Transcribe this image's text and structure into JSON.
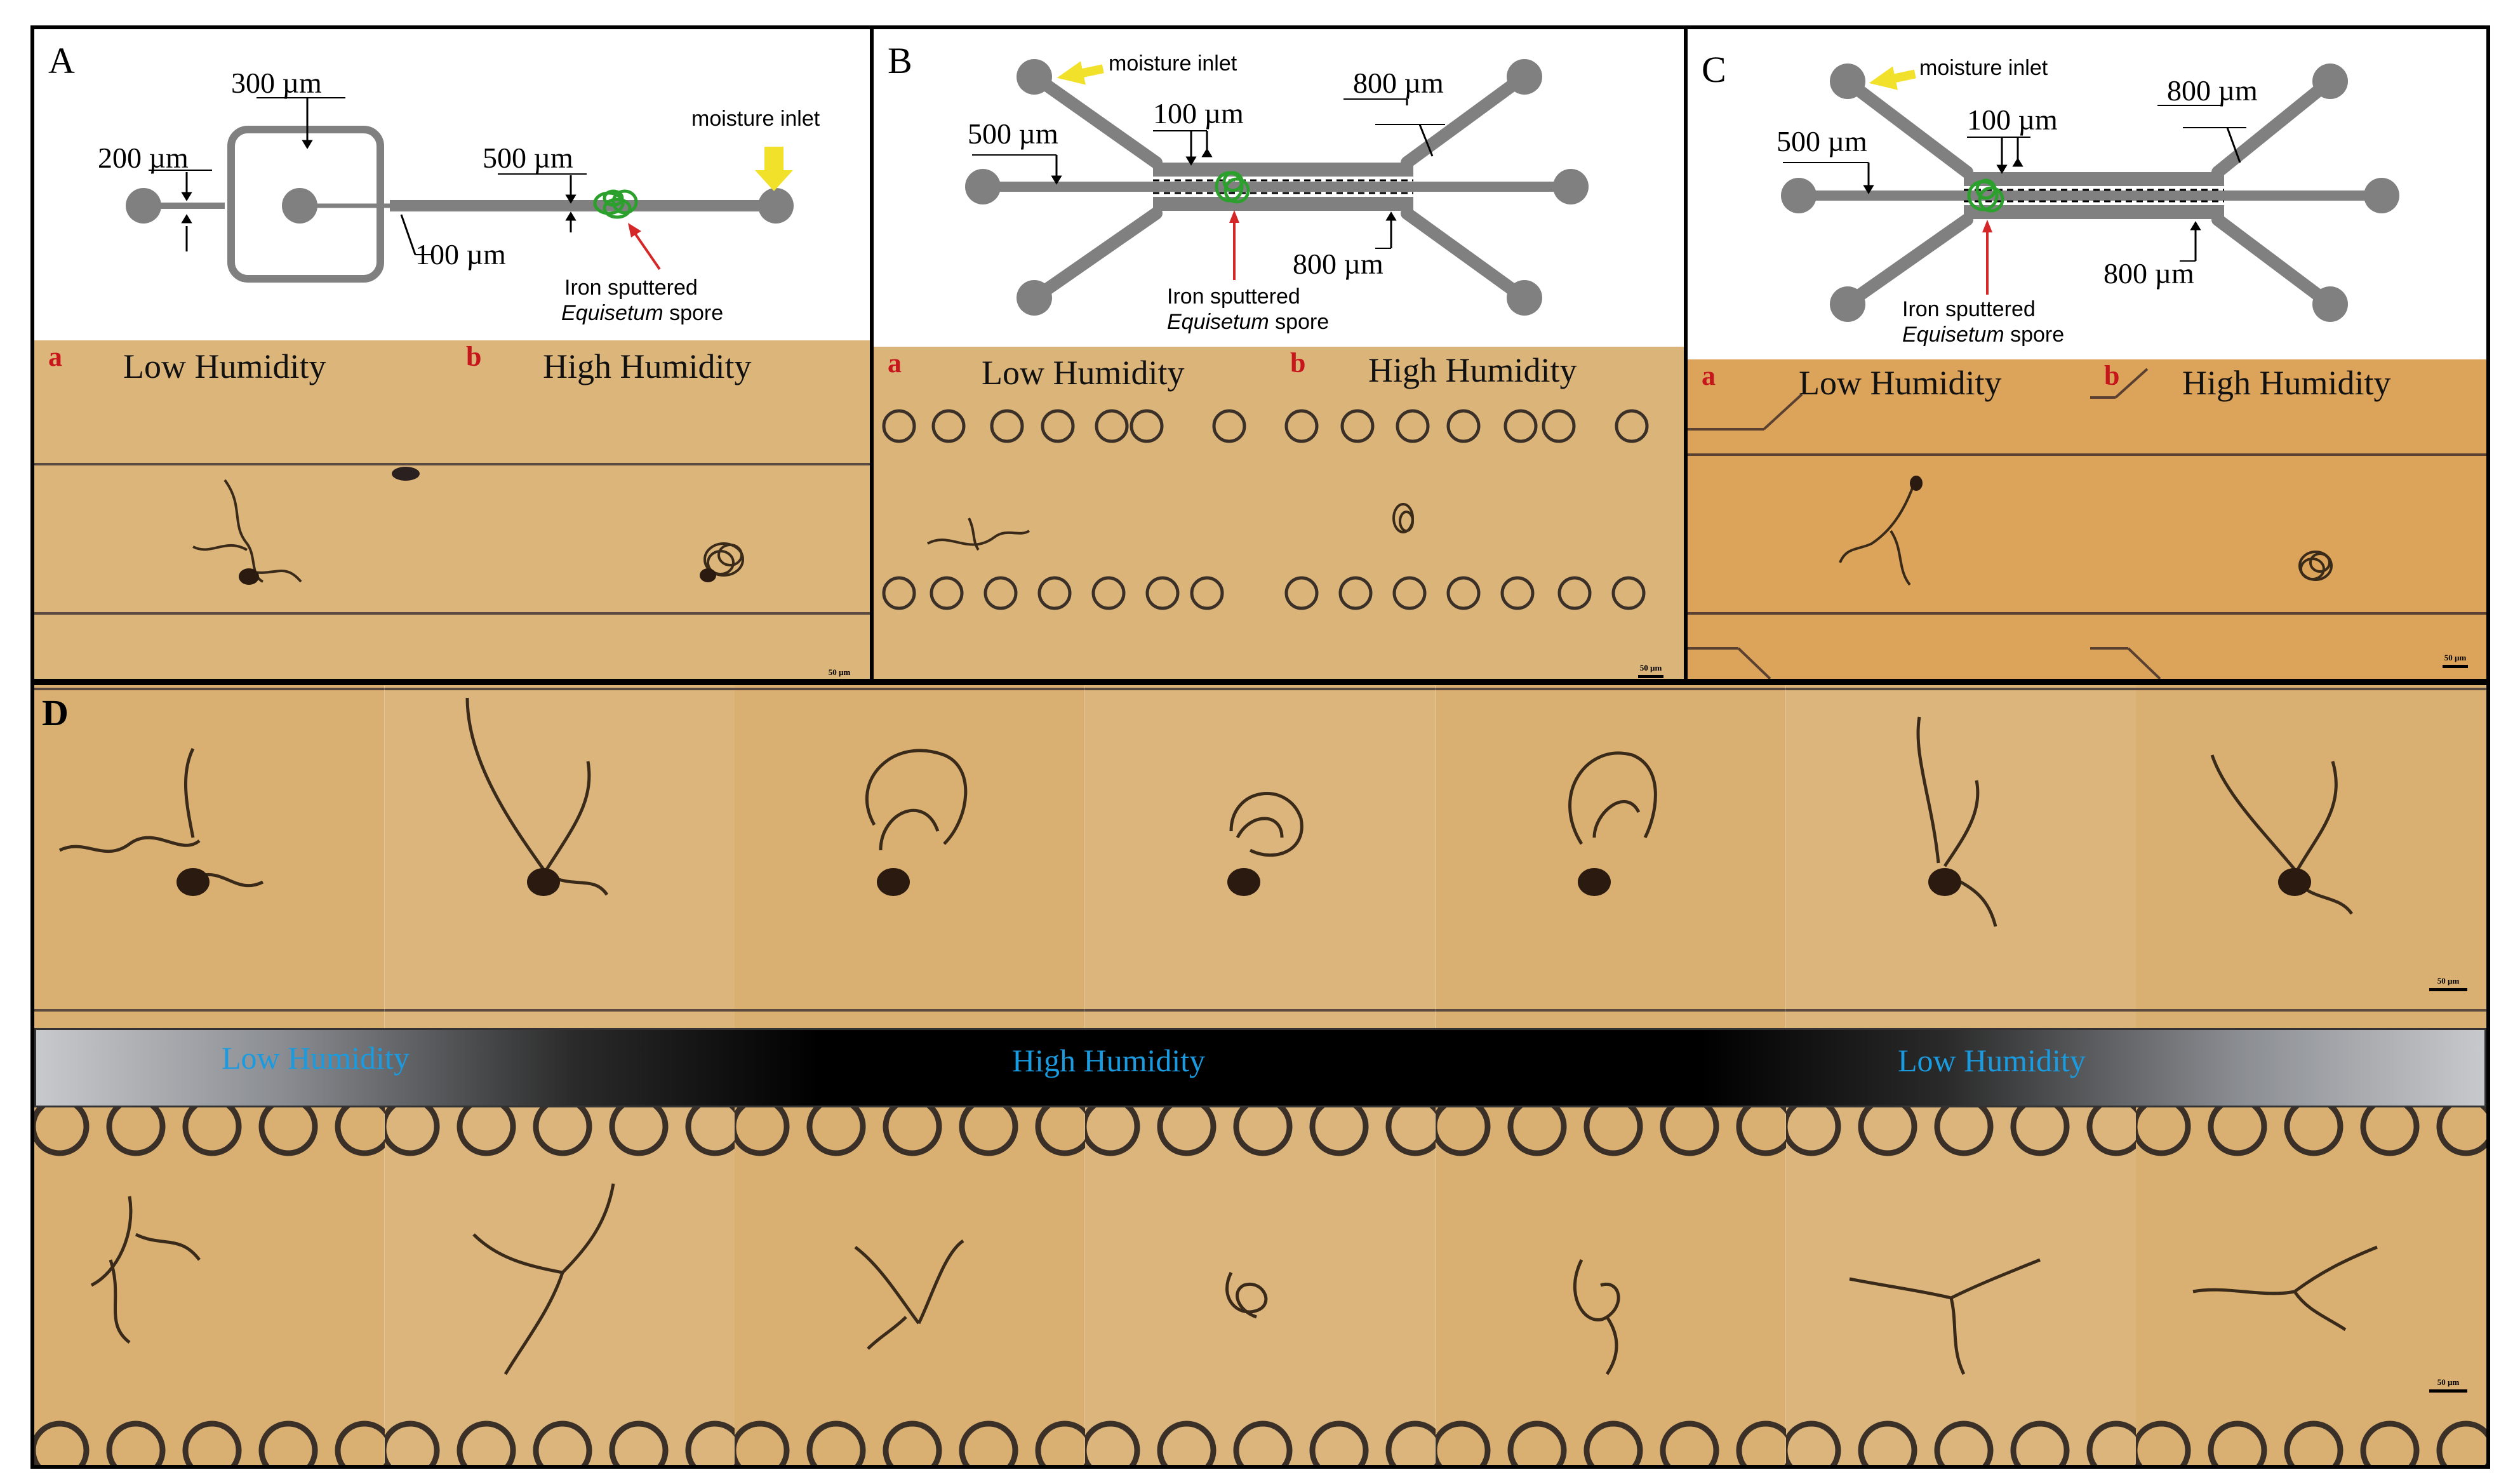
{
  "panels": {
    "A": {
      "letter": "A",
      "dims": {
        "d200": "200 µm",
        "d300": "300 µm",
        "d500": "500 µm",
        "d100": "100 µm"
      },
      "moisture_inlet": "moisture inlet",
      "spore_line1": "Iron sputtered",
      "spore_line2_italic": "Equisetum",
      "spore_line2_rest": " spore",
      "sub_a": "a",
      "sub_b": "b",
      "low": "Low Humidity",
      "high": "High Humidity",
      "scale": "50 µm"
    },
    "B": {
      "letter": "B",
      "dims": {
        "d500": "500 µm",
        "d100": "100 µm",
        "d800a": "800 µm",
        "d800b": "800 µm"
      },
      "moisture_inlet": "moisture inlet",
      "spore_line1": "Iron sputtered",
      "spore_line2_italic": "Equisetum",
      "spore_line2_rest": " spore",
      "sub_a": "a",
      "sub_b": "b",
      "low": "Low Humidity",
      "high": "High Humidity",
      "scale": "50 µm"
    },
    "C": {
      "letter": "C",
      "dims": {
        "d500": "500 µm",
        "d100": "100 µm",
        "d800a": "800 µm",
        "d800b": "800 µm"
      },
      "moisture_inlet": "moisture inlet",
      "spore_line1": "Iron sputtered",
      "spore_line2_italic": "Equisetum",
      "spore_line2_rest": " spore",
      "sub_a": "a",
      "sub_b": "b",
      "low": "Low Humidity",
      "high": "High Humidity",
      "scale": "50 µm"
    },
    "D": {
      "letter": "D",
      "hum_left": "Low Humidity",
      "hum_mid": "High Humidity",
      "hum_right": "Low Humidity",
      "scale_top": "50 µm",
      "scale_bottom": "50 µm"
    }
  },
  "colors": {
    "channel": "#808080",
    "spore_green": "#2ca02c",
    "arrow_red": "#d62728",
    "arrow_yellow": "#f2e12a",
    "micro_bg": "#d8b070",
    "humidity_text": "#1a9be0"
  }
}
